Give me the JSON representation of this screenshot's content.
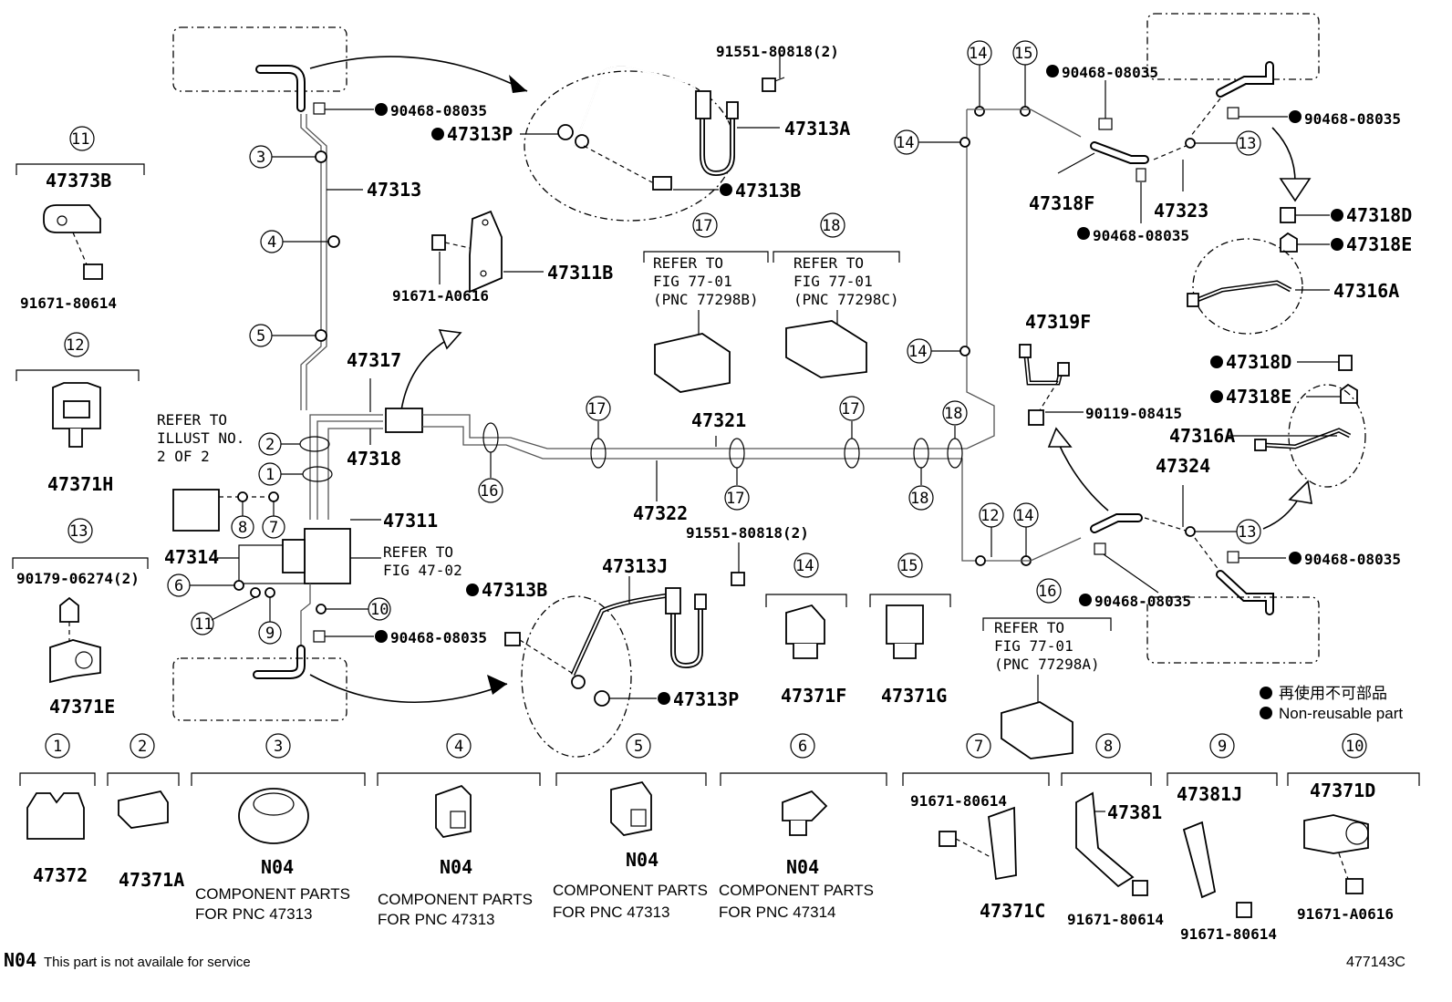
{
  "legend": {
    "jp": "再使用不可部品",
    "en": "Non-reusable part"
  },
  "footer": {
    "code": "N04",
    "note": "This part is not availale for service",
    "fig_id": "477143C"
  },
  "labels": {
    "p_91551_top": "91551-80818(2)",
    "p_90468_tl": "90468-08035",
    "p_47313P_top": "47313P",
    "p_47313A": "47313A",
    "p_47313B_top": "47313B",
    "p_47313": "47313",
    "p_47311B": "47311B",
    "p_91671_A0616_mid": "91671-A0616",
    "p_47373B": "47373B",
    "p_91671_80614_l": "91671-80614",
    "p_47371H": "47371H",
    "p_90179": "90179-06274(2)",
    "p_47371E": "47371E",
    "p_47317": "47317",
    "p_47318": "47318",
    "p_47321": "47321",
    "p_47322": "47322",
    "p_47311": "47311",
    "p_47314": "47314",
    "p_91551_bot": "91551-80818(2)",
    "p_47313J": "47313J",
    "p_47313B_bot": "47313B",
    "p_90468_bl": "90468-08035",
    "p_47313P_bot": "47313P",
    "p_47371F": "47371F",
    "p_47371G": "47371G",
    "p_90468_tr1": "90468-08035",
    "p_90468_tr2": "90468-08035",
    "p_47318F": "47318F",
    "p_47323": "47323",
    "p_90468_tr3": "90468-08035",
    "p_47318D_1": "47318D",
    "p_47318E_1": "47318E",
    "p_47316A_1": "47316A",
    "p_47319F": "47319F",
    "p_90119": "90119-08415",
    "p_47318D_2": "47318D",
    "p_47318E_2": "47318E",
    "p_47316A_2": "47316A",
    "p_47324": "47324",
    "p_90468_br1": "90468-08035",
    "p_90468_br2": "90468-08035",
    "p_47372": "47372",
    "p_47371A": "47371A",
    "p_N04_3": "N04",
    "p_N04_4": "N04",
    "p_N04_5": "N04",
    "p_N04_6": "N04",
    "p_91671_80614_7": "91671-80614",
    "p_47371C": "47371C",
    "p_47381": "47381",
    "p_91671_80614_8": "91671-80614",
    "p_47381J": "47381J",
    "p_91671_80614_9": "91671-80614",
    "p_47371D": "47371D",
    "p_91671_A0616_10": "91671-A0616"
  },
  "refs": {
    "illust_l1": "REFER TO",
    "illust_l2": "ILLUST NO.",
    "illust_l3": "2 OF 2",
    "fig4702_l1": "REFER TO",
    "fig4702_l2": "FIG 47-02",
    "r17_l1": "REFER TO",
    "r17_l2": "FIG 77-01",
    "r17_l3": "(PNC 77298B)",
    "r18_l1": "REFER TO",
    "r18_l2": "FIG 77-01",
    "r18_l3": "(PNC 77298C)",
    "r16_l1": "REFER TO",
    "r16_l2": "FIG 77-01",
    "r16_l3": "(PNC 77298A)"
  },
  "components": {
    "c3_l1": "COMPONENT PARTS",
    "c3_l2": "FOR PNC 47313",
    "c4_l1": "COMPONENT PARTS",
    "c4_l2": "FOR PNC 47313",
    "c5_l1": "COMPONENT PARTS",
    "c5_l2": "FOR PNC 47313",
    "c6_l1": "COMPONENT PARTS",
    "c6_l2": "FOR PNC 47314"
  },
  "callouts": {
    "n1": "1",
    "n2": "2",
    "n3": "3",
    "n4": "4",
    "n5": "5",
    "n6": "6",
    "n7": "7",
    "n8": "8",
    "n9": "9",
    "n10": "10",
    "n11": "11",
    "n12": "12",
    "n13": "13",
    "n14": "14",
    "n15": "15",
    "n16": "16",
    "n17": "17",
    "n18": "18"
  }
}
